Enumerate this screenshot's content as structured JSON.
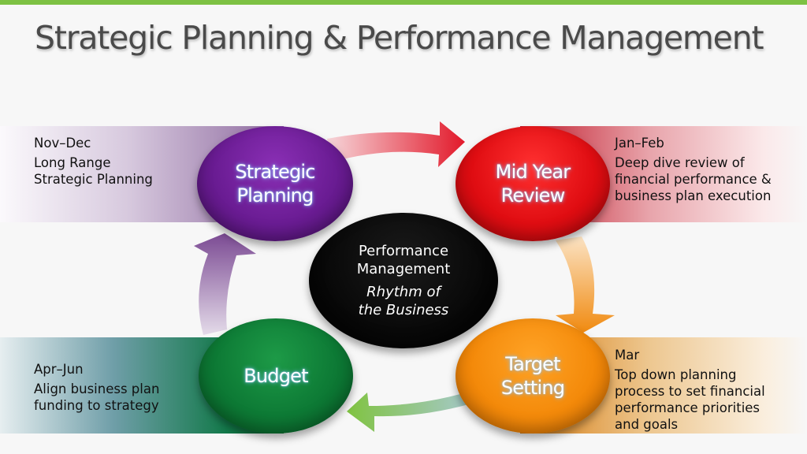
{
  "title": "Strategic Planning & Performance Management",
  "colors": {
    "accent_bar": "#7dc143",
    "strategic_planning": "#6a1c93",
    "mid_year_review": "#e00d12",
    "target_setting": "#f48a0a",
    "budget": "#0d7a35",
    "center": "#000000"
  },
  "cycle": {
    "center": {
      "title": "Performance\nManagement",
      "subtitle": "Rhythm of\nthe Business"
    },
    "stages": [
      {
        "label": "Strategic\nPlanning",
        "period": "Nov–Dec",
        "description": "Long Range\nStrategic Planning"
      },
      {
        "label": "Mid Year\nReview",
        "period": "Jan–Feb",
        "description": "Deep dive review of\nfinancial performance &\nbusiness plan execution"
      },
      {
        "label": "Target\nSetting",
        "period": "Mar",
        "description": "Top down planning\nprocess to set financial\nperformance priorities\nand goals"
      },
      {
        "label": "Budget",
        "period": "Apr–Jun",
        "description": "Align business plan\nfunding to strategy"
      }
    ]
  }
}
